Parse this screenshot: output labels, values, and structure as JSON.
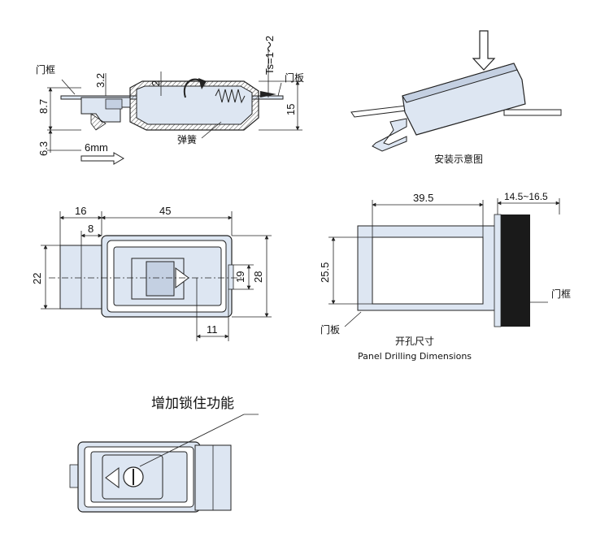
{
  "colors": {
    "part_fill": "#dde6f2",
    "part_fill_dark": "#c4d0e2",
    "frame_dark": "#1a1a1a",
    "hatch": "#555555",
    "line": "#222222"
  },
  "section_view": {
    "label_door_frame": "门框",
    "label_door_panel": "门板",
    "label_spring": "弹簧",
    "dim_3_2": "3.2",
    "dim_2": "2",
    "dim_ts": "Ts=1～2",
    "dim_8_7": "8.7",
    "dim_15": "15",
    "dim_6_3": "6.3",
    "dim_6mm": "6mm"
  },
  "install_view": {
    "caption": "安装示意图"
  },
  "front_view": {
    "dim_16": "16",
    "dim_45": "45",
    "dim_8": "8",
    "dim_22": "22",
    "dim_19": "19",
    "dim_28": "28",
    "dim_11": "11"
  },
  "drilling_view": {
    "dim_39_5": "39.5",
    "dim_14_5_16_5": "14.5~16.5",
    "dim_25_5": "25.5",
    "label_door_frame": "门框",
    "label_door_panel": "门板",
    "title_cn": "开孔尺寸",
    "title_en": "Panel Drilling Dimensions"
  },
  "lock_view": {
    "caption": "增加锁住功能"
  }
}
